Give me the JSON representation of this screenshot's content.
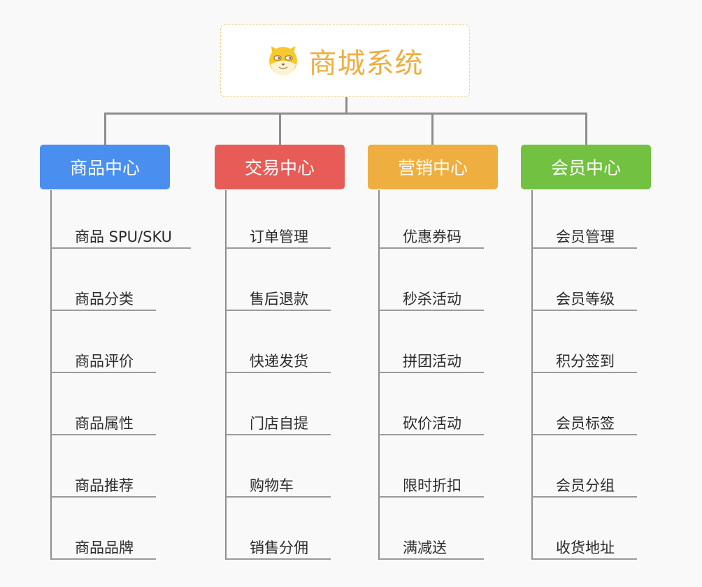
{
  "root": {
    "title": "商城系统",
    "icon": "shiba-dog-mascot-icon"
  },
  "categories": [
    {
      "label": "商品中心",
      "color": "#4a8ff0",
      "items": [
        "商品 SPU/SKU",
        "商品分类",
        "商品评价",
        "商品属性",
        "商品推荐",
        "商品品牌"
      ]
    },
    {
      "label": "交易中心",
      "color": "#e85c58",
      "items": [
        "订单管理",
        "售后退款",
        "快递发货",
        "门店自提",
        "购物车",
        "销售分佣"
      ]
    },
    {
      "label": "营销中心",
      "color": "#eeaf40",
      "items": [
        "优惠券码",
        "秒杀活动",
        "拼团活动",
        "砍价活动",
        "限时折扣",
        "满减送"
      ]
    },
    {
      "label": "会员中心",
      "color": "#72c140",
      "items": [
        "会员管理",
        "会员等级",
        "积分签到",
        "会员标签",
        "会员分组",
        "收货地址"
      ]
    }
  ]
}
